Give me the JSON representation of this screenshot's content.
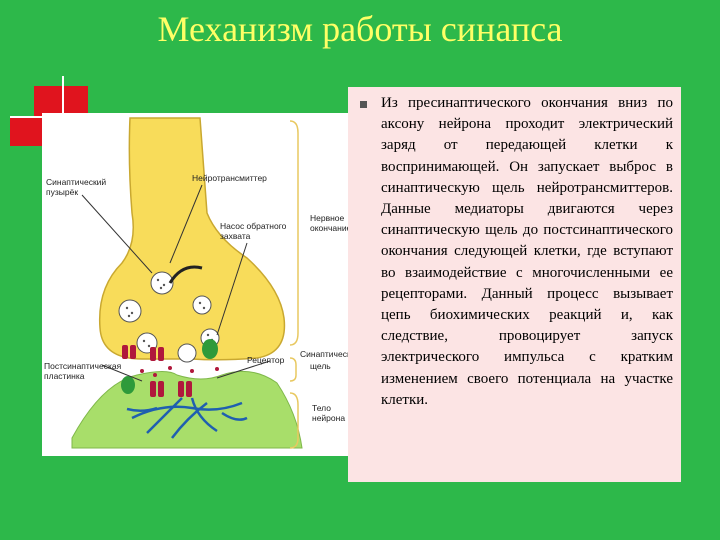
{
  "slide": {
    "title": "Механизм работы синапса",
    "body": "Из пресинаптического окончания вниз по аксону нейрона проходит электрический заряд от передающей клетки к воспринимающей. Он запускает выброс в синаптическую щель нейротрансмиттеров. Данные медиаторы двигаются через синаптическую щель до постсинаптического окончания следующей клетки, где вступают во взаимодействие с многочисленными ее рецепторами. Данный процесс вызывает цепь биохимических реакций и, как следствие, провоцирует запуск электрического импульса с кратким изменением своего потенциала на участке клетки."
  },
  "diagram": {
    "labels": {
      "vesicle_1": "Синаптический",
      "vesicle_2": "пузырёк",
      "neurotransmitter": "Нейротрансмиттер",
      "pump_1": "Насос обратного",
      "pump_2": "захвата",
      "terminal_1": "Нервное",
      "terminal_2": "окончание",
      "receptor": "Рецептор",
      "cleft_1": "Синаптическая",
      "cleft_2": "щель",
      "membrane_1": "Постсинаптическая",
      "membrane_2": "пластинка",
      "body_1": "Тело",
      "body_2": "нейрона"
    },
    "colors": {
      "background": "#2db84a",
      "title": "#ffff66",
      "terminal": "#f8dc5a",
      "neuron": "#a8de6a",
      "receptor": "#b0183c",
      "pump": "#2e9a3a",
      "dendrite": "#1f5fb0",
      "text_panel": "#fce4e4"
    }
  }
}
